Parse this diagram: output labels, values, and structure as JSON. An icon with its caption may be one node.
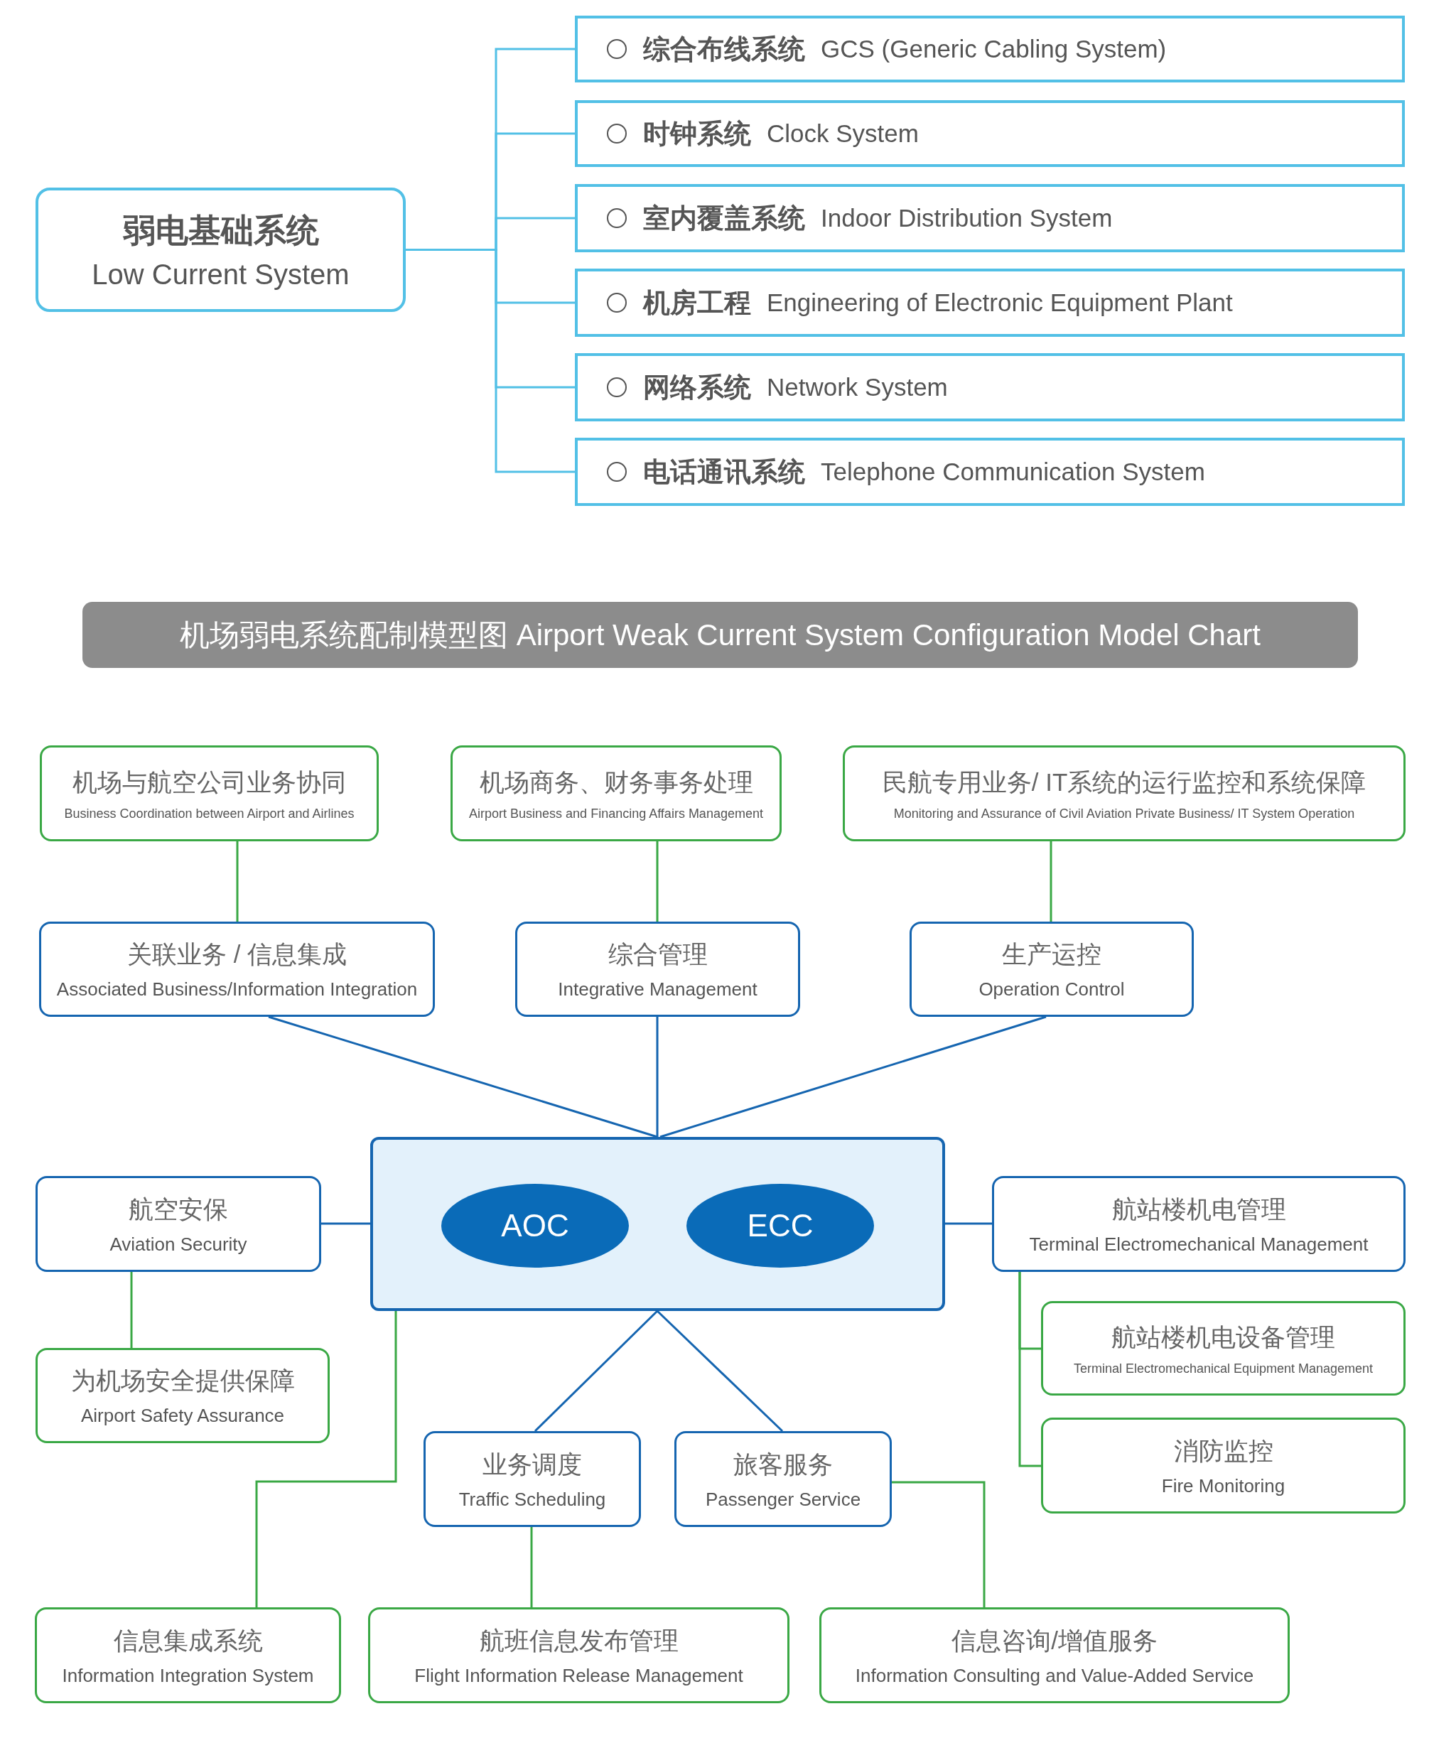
{
  "diagram": {
    "title": "机场弱电系统配制模型图 Airport Weak Current System Configuration Model Chart",
    "nodes": [
      {
        "text": [
          "弱电基础系统",
          "Low Current System"
        ]
      },
      {
        "text": [
          "综合布线系统",
          "GCS (Generic Cabling System)"
        ]
      },
      {
        "text": [
          "时钟系统",
          "Clock System"
        ]
      },
      {
        "text": [
          "室内覆盖系统",
          "Indoor Distribution System"
        ]
      },
      {
        "text": [
          "机房工程",
          "Engineering of Electronic Equipment Plant"
        ]
      },
      {
        "text": [
          "网络系统",
          "Network System"
        ]
      },
      {
        "text": [
          "电话通讯系统",
          "Telephone Communication System"
        ]
      },
      {
        "text": [
          "机场与航空公司业务协同",
          "Business Coordination between Airport and Airlines"
        ]
      },
      {
        "text": [
          "机场商务、财务事务处理",
          "Airport Business and Financing Affairs Management"
        ]
      },
      {
        "text": [
          "民航专用业务/ IT系统的运行监控和系统保障",
          "Monitoring and Assurance of Civil Aviation Private Business/ IT System Operation"
        ]
      },
      {
        "text": [
          "关联业务 / 信息集成",
          "Associated Business/Information Integration"
        ]
      },
      {
        "text": [
          "综合管理",
          "Integrative Management"
        ]
      },
      {
        "text": [
          "生产运控",
          "Operation Control"
        ]
      },
      {
        "text": [],
        "shape": "box"
      },
      {
        "text": [
          "AOC"
        ],
        "in": 13
      },
      {
        "text": [
          "ECC"
        ],
        "in": 13
      },
      {
        "text": [
          "航空安保",
          "Aviation Security"
        ]
      },
      {
        "text": [
          "为机场安全提供保障",
          "Airport Safety Assurance"
        ]
      },
      {
        "text": [
          "航站楼机电管理",
          "Terminal Electromechanical Management"
        ]
      },
      {
        "text": [
          "航站楼机电设备管理",
          "Terminal Electromechanical Equipment Management"
        ]
      },
      {
        "text": [
          "消防监控",
          "Fire Monitoring"
        ]
      },
      {
        "text": [
          "业务调度",
          "Traffic Scheduling"
        ]
      },
      {
        "text": [
          "旅客服务",
          "Passenger Service"
        ]
      },
      {
        "text": [
          "信息集成系统",
          "Information Integration System"
        ]
      },
      {
        "text": [
          "航班信息发布管理",
          "Flight Information Release Management"
        ]
      },
      {
        "text": [
          "信息咨询/增值服务",
          "Information Consulting and Value-Added Service"
        ]
      }
    ],
    "edges": [
      {
        "from": 0,
        "to": 1,
        "arrow": "none",
        "color": "#52c0e6"
      },
      {
        "from": 0,
        "to": 2,
        "arrow": "none",
        "color": "#52c0e6"
      },
      {
        "from": 0,
        "to": 3,
        "arrow": "none",
        "color": "#52c0e6"
      },
      {
        "from": 0,
        "to": 4,
        "arrow": "none",
        "color": "#52c0e6"
      },
      {
        "from": 0,
        "to": 5,
        "arrow": "none",
        "color": "#52c0e6"
      },
      {
        "from": 0,
        "to": 6,
        "arrow": "none",
        "color": "#52c0e6"
      },
      {
        "from": 7,
        "to": 10,
        "arrow": "none"
      },
      {
        "from": 8,
        "to": 11,
        "arrow": "none"
      },
      {
        "from": 9,
        "to": 12,
        "arrow": "none"
      },
      {
        "from": 10,
        "to": 13,
        "arrow": "none",
        "color": "#1565b0"
      },
      {
        "from": 11,
        "to": 13,
        "arrow": "none",
        "color": "#1565b0"
      },
      {
        "from": 12,
        "to": 13,
        "arrow": "none",
        "color": "#1565b0"
      },
      {
        "from": 16,
        "to": 13,
        "arrow": "none",
        "color": "#1565b0"
      },
      {
        "from": 13,
        "to": 18,
        "arrow": "none",
        "color": "#1565b0"
      },
      {
        "from": 16,
        "to": 17,
        "arrow": "none"
      },
      {
        "from": 18,
        "to": 19,
        "arrow": "none"
      },
      {
        "from": 18,
        "to": 20,
        "arrow": "none"
      },
      {
        "from": 13,
        "to": 21,
        "arrow": "none",
        "color": "#1565b0"
      },
      {
        "from": 13,
        "to": 22,
        "arrow": "none",
        "color": "#1565b0"
      },
      {
        "from": 13,
        "to": 23,
        "arrow": "none"
      },
      {
        "from": 21,
        "to": 24,
        "arrow": "none"
      },
      {
        "from": 22,
        "to": 25,
        "arrow": "none"
      }
    ]
  }
}
